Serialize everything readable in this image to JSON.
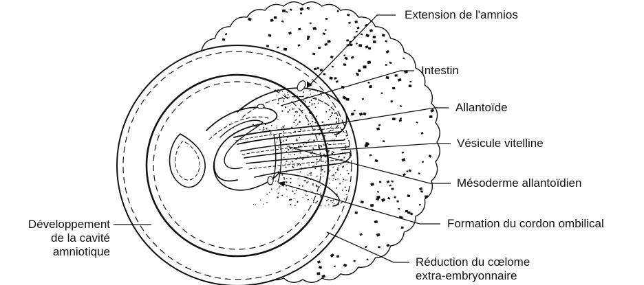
{
  "labels": {
    "extension_amnios": "Extension de l'amnios",
    "intestin": "Intestin",
    "allantoide": "Allantoïde",
    "vesicule_vitelline": "Vésicule vitelline",
    "mesoderme_allantoidien": "Mésoderme allantoïdien",
    "formation_cordon": "Formation du cordon ombilical",
    "reduction_coelome_line1": "Réduction du cœlome",
    "reduction_coelome_line2": "extra-embryonnaire",
    "developpement_line1": "Développement",
    "developpement_line2": "de la cavité",
    "developpement_line3": "amniotique"
  },
  "colors": {
    "ink": "#111111",
    "background": "#ffffff"
  }
}
